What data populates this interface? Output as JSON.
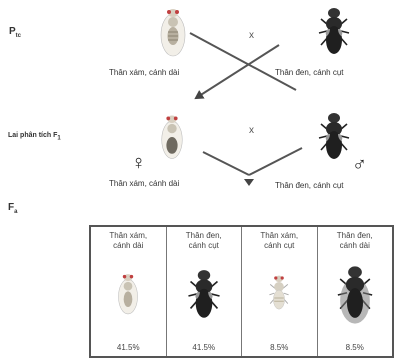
{
  "pa": {
    "label": "P",
    "sub": "tc"
  },
  "cross_symbol": "x",
  "parent1": {
    "phenotype": "Thân xám, cánh dài"
  },
  "parent2": {
    "phenotype": "Thân đen, cánh cụt"
  },
  "testcross": {
    "label": "Lai phân tích F",
    "sub": "1",
    "female_symbol": "♀",
    "male_symbol": "♂"
  },
  "f1": {
    "phenotype": "Thân xám, cánh dài"
  },
  "f2": {
    "phenotype": "Thân đen, cánh cụt"
  },
  "fa": {
    "label": "F",
    "sub": "a"
  },
  "offspring": [
    {
      "line1": "Thân xám,",
      "line2": "cánh dài",
      "percent": "41.5%"
    },
    {
      "line1": "Thân đen,",
      "line2": "cánh cụt",
      "percent": "41.5%"
    },
    {
      "line1": "Thân xám,",
      "line2": "cánh cụt",
      "percent": "8.5%"
    },
    {
      "line1": "Thân đen,",
      "line2": "cánh dài",
      "percent": "8.5%"
    }
  ],
  "colors": {
    "grey_body": "#c9c3b4",
    "black_body": "#2b2b2b",
    "line": "#555555"
  }
}
